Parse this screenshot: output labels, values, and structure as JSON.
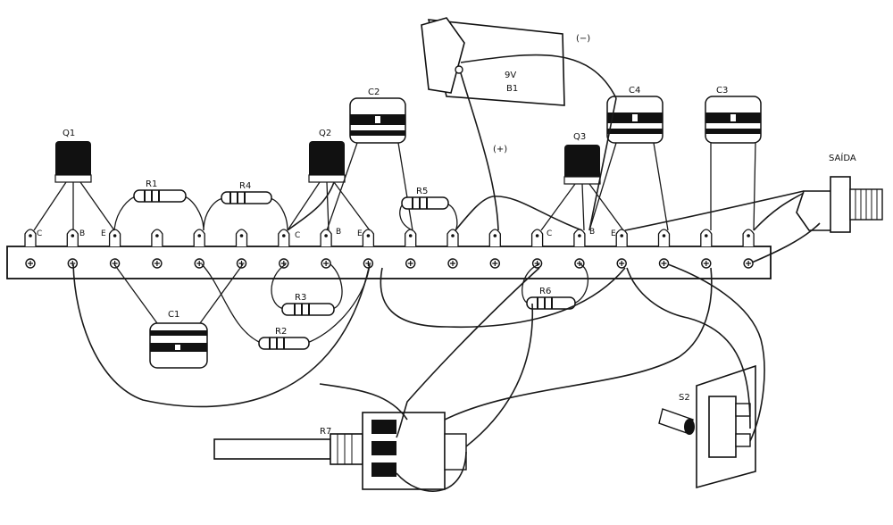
{
  "labels": {
    "q1": "Q1",
    "q2": "Q2",
    "q3": "Q3",
    "r1": "R1",
    "r2": "R2",
    "r3": "R3",
    "r4": "R4",
    "r5": "R5",
    "r6": "R6",
    "r7": "R7",
    "c1": "C1",
    "c2": "C2",
    "c3": "C3",
    "c4": "C4",
    "s2": "S2",
    "saida": "SAÍDA",
    "battery_voltage": "9V",
    "battery_name": "B1",
    "negative": "(−)",
    "positive": "(+)",
    "pin_c": "C",
    "pin_b": "B",
    "pin_e": "E"
  },
  "colors": {
    "ink": "#111111",
    "paper": "#ffffff"
  }
}
